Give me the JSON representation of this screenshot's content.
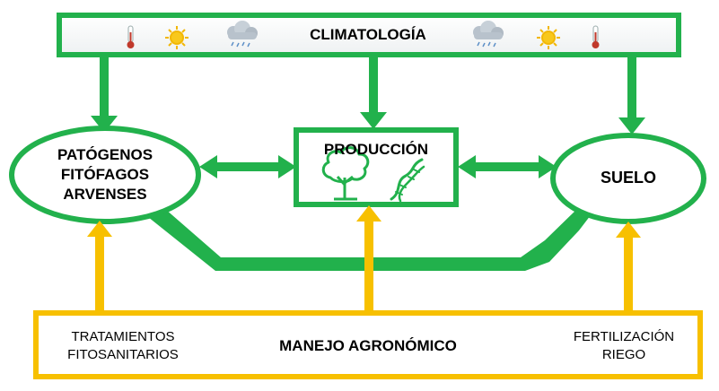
{
  "climatology": {
    "title": "CLIMATOLOGÍA"
  },
  "pests": {
    "line1": "PATÓGENOS",
    "line2": "FITÓFAGOS",
    "line3": "ARVENSES"
  },
  "production": {
    "title": "PRODUCCIÓN"
  },
  "soil": {
    "title": "SUELO"
  },
  "management": {
    "title": "MANEJO AGRONÓMICO",
    "left_line1": "TRATAMIENTOS",
    "left_line2": "FITOSANITARIOS",
    "right_line1": "FERTILIZACIÓN",
    "right_line2": "RIEGO"
  },
  "colors": {
    "green": "#22b14c",
    "gold": "#f7c000",
    "thermometer": "#c0392b",
    "sun": "#f2b705",
    "cloud": "#a9b4c0"
  },
  "icons": [
    "thermometer-icon",
    "sun-icon",
    "rain-cloud-icon",
    "tree-icon",
    "dna-icon"
  ]
}
